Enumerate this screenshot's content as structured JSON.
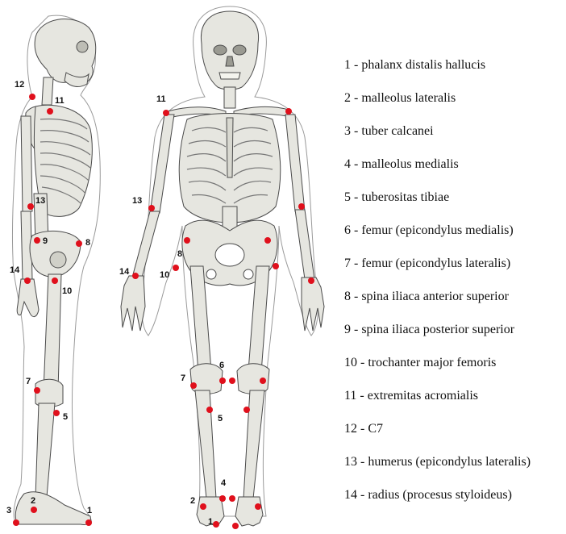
{
  "legend": [
    {
      "num": "1",
      "text": "1 - phalanx distalis hallucis"
    },
    {
      "num": "2",
      "text": "2 - malleolus lateralis"
    },
    {
      "num": "3",
      "text": "3 - tuber calcanei"
    },
    {
      "num": "4",
      "text": "4 - malleolus medialis"
    },
    {
      "num": "5",
      "text": "5 - tuberositas tibiae"
    },
    {
      "num": "6",
      "text": "6 - femur (epicondylus medialis)"
    },
    {
      "num": "7",
      "text": "7 - femur (epicondylus lateralis)"
    },
    {
      "num": "8",
      "text": "8 - spina iliaca anterior superior"
    },
    {
      "num": "9",
      "text": "9 - spina iliaca posterior superior"
    },
    {
      "num": "10",
      "text": "10 - trochanter major femoris"
    },
    {
      "num": "11",
      "text": "11 - extremitas acromialis"
    },
    {
      "num": "12",
      "text": "12 - C7"
    },
    {
      "num": "13",
      "text": "13 - humerus (epicondylus lateralis)"
    },
    {
      "num": "14",
      "text": "14 - radius (procesus styloideus)"
    }
  ],
  "colors": {
    "marker": "#e0101c",
    "bone": "#e6e6e0",
    "bone_stroke": "#4a4a4a",
    "outline": "#9a9a9a"
  },
  "views": {
    "side": {
      "name": "lateral-view"
    },
    "front": {
      "name": "anterior-view"
    }
  }
}
